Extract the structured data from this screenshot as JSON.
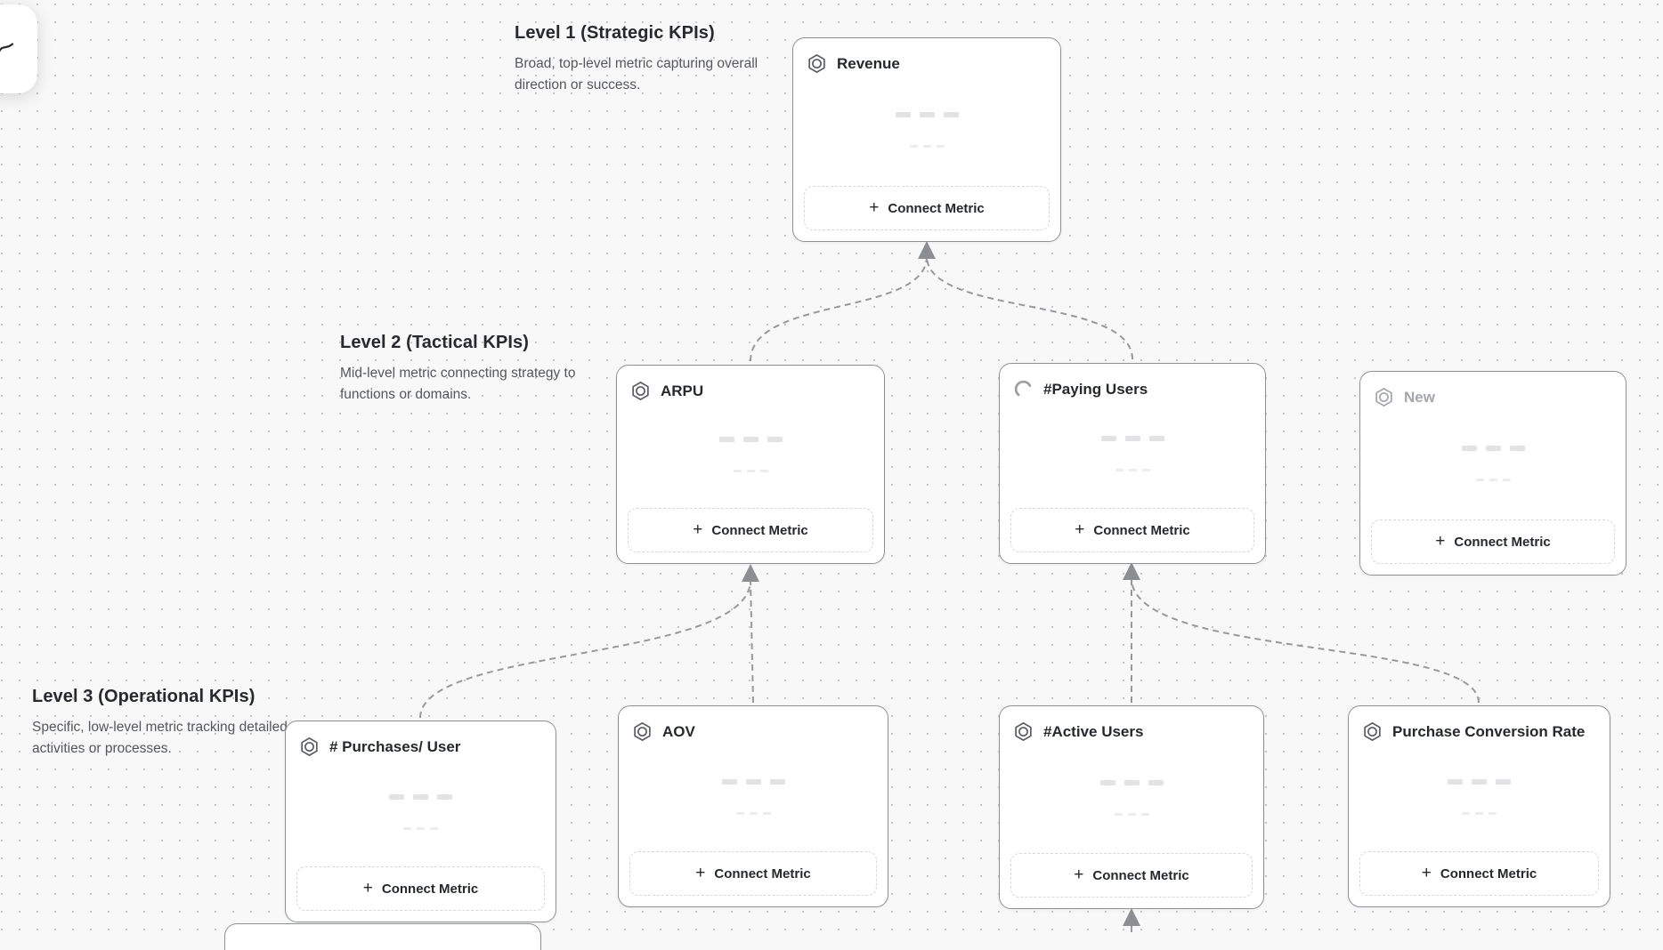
{
  "app": {
    "view": "metric-tree-canvas",
    "background_color": "#f8f8f8",
    "dot_grid_color": "#c7c7c9"
  },
  "levels": [
    {
      "title": "Level 1 (Strategic KPIs)",
      "description": "Broad, top-level metric capturing overall direction or success."
    },
    {
      "title": "Level 2 (Tactical KPIs)",
      "description": "Mid-level metric connecting strategy to functions or domains."
    },
    {
      "title": "Level 3 (Operational KPIs)",
      "description": "Specific, low-level metric tracking detailed activities or processes."
    }
  ],
  "cards": [
    {
      "id": "revenue",
      "title": "Revenue",
      "icon": "hexagon-metric-icon",
      "level": 1,
      "state": "default",
      "button_label": "Connect Metric"
    },
    {
      "id": "arpu",
      "title": "ARPU",
      "icon": "hexagon-metric-icon",
      "level": 2,
      "state": "default",
      "button_label": "Connect Metric"
    },
    {
      "id": "paying",
      "title": "#Paying Users",
      "icon": "spinner-icon",
      "level": 2,
      "state": "loading",
      "button_label": "Connect Metric"
    },
    {
      "id": "new",
      "title": "New",
      "icon": "hexagon-metric-icon",
      "level": 2,
      "state": "new",
      "button_label": "Connect Metric"
    },
    {
      "id": "purchases",
      "title": "# Purchases/ User",
      "icon": "hexagon-metric-icon",
      "level": 3,
      "state": "default",
      "button_label": "Connect Metric"
    },
    {
      "id": "aov",
      "title": "AOV",
      "icon": "hexagon-metric-icon",
      "level": 3,
      "state": "default",
      "button_label": "Connect Metric"
    },
    {
      "id": "active",
      "title": "#Active Users",
      "icon": "hexagon-metric-icon",
      "level": 3,
      "state": "default",
      "button_label": "Connect Metric"
    },
    {
      "id": "pcr",
      "title": "Purchase Conversion Rate",
      "icon": "hexagon-metric-icon",
      "level": 3,
      "state": "default",
      "button_label": "Connect Metric"
    }
  ],
  "edges": [
    {
      "from": "ARPU",
      "to": "Revenue"
    },
    {
      "from": "#Paying Users",
      "to": "Revenue"
    },
    {
      "from": "# Purchases/ User",
      "to": "ARPU"
    },
    {
      "from": "AOV",
      "to": "ARPU"
    },
    {
      "from": "#Active Users",
      "to": "#Paying Users"
    },
    {
      "from": "Purchase Conversion Rate",
      "to": "#Paying Users"
    },
    {
      "from": "offscreen-below",
      "to": "#Active Users"
    }
  ],
  "style": {
    "connector_color": "#97999d",
    "arrowhead_color": "#8b8e92",
    "card_border_color": "#8d9196",
    "card_title_color": "#25282c",
    "muted_title_color": "#a3a6ab",
    "skeleton_color": "#e3e3e5"
  }
}
